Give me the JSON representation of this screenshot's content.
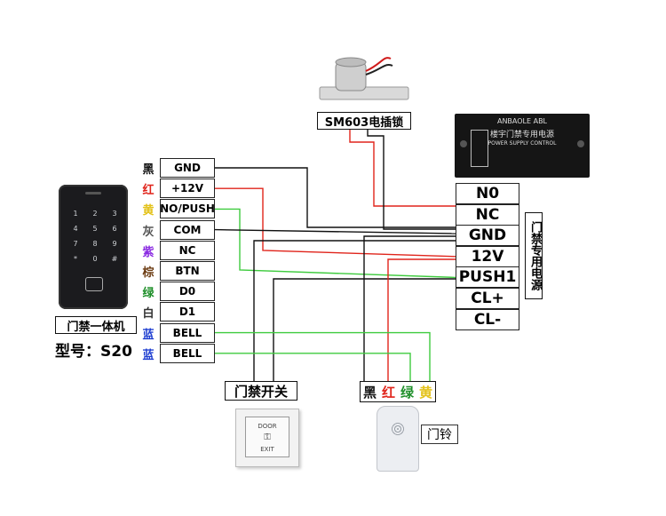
{
  "lock": {
    "label": "SM603电插锁"
  },
  "psu_plate": {
    "brand": "ANBAOLE ABL",
    "title": "楼宇门禁专用电源",
    "subtitle": "POWER SUPPLY CONTROL"
  },
  "keypad_device": {
    "label": "门禁一体机",
    "model": "型号：S20",
    "keys": [
      "1",
      "2",
      "3",
      "4",
      "5",
      "6",
      "7",
      "8",
      "9",
      "*",
      "0",
      "#"
    ]
  },
  "keypad_terminals": [
    {
      "color": "黑",
      "color_hex": "#111111",
      "terminal": "GND"
    },
    {
      "color": "红",
      "color_hex": "#e0241b",
      "terminal": "+12V"
    },
    {
      "color": "黄",
      "color_hex": "#e3c21a",
      "terminal": "NO/PUSH"
    },
    {
      "color": "灰",
      "color_hex": "#555555",
      "terminal": "COM"
    },
    {
      "color": "紫",
      "color_hex": "#8a2be2",
      "terminal": "NC"
    },
    {
      "color": "棕",
      "color_hex": "#6b3b12",
      "terminal": "BTN"
    },
    {
      "color": "绿",
      "color_hex": "#1f8f2a",
      "terminal": "D0"
    },
    {
      "color": "白",
      "color_hex": "#333333",
      "terminal": "D1"
    },
    {
      "color": "蓝",
      "color_hex": "#1f3fd1",
      "terminal": "BELL"
    },
    {
      "color": "蓝",
      "color_hex": "#1f3fd1",
      "terminal": "BELL"
    }
  ],
  "psu_terminals": [
    "N0",
    "NC",
    "GND",
    "12V",
    "PUSH1",
    "CL+",
    "CL-"
  ],
  "psu_side_label": "门禁专用电源",
  "exit_button": {
    "label": "门禁开关",
    "plate_top": "DOOR",
    "plate_bottom": "EXIT"
  },
  "doorbell": {
    "label": "门铃",
    "wire_colors": [
      {
        "text": "黑",
        "hex": "#111111"
      },
      {
        "text": "红",
        "hex": "#e0241b"
      },
      {
        "text": "绿",
        "hex": "#1f8f2a"
      },
      {
        "text": "黄",
        "hex": "#e3c21a"
      }
    ]
  }
}
